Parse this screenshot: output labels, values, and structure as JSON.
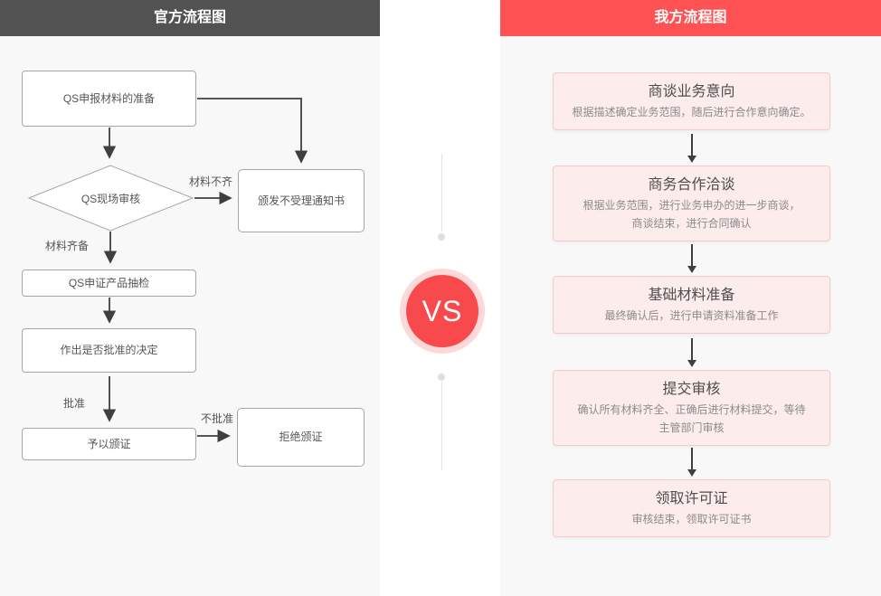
{
  "left_panel": {
    "header": "官方流程图",
    "nodes": {
      "prepare": "QS申报材料的准备",
      "site_review": "QS现场审核",
      "reject_notice": "颁发不受理通知书",
      "sampling": "QS申证产品抽检",
      "decision": "作出是否批准的决定",
      "grant_cert": "予以颁证",
      "refuse_cert": "拒绝颁证"
    },
    "edge_labels": {
      "materials_incomplete": "材料不齐",
      "materials_complete": "材料齐备",
      "approved": "批准",
      "not_approved": "不批准"
    }
  },
  "divider": {
    "vs_label": "VS"
  },
  "right_panel": {
    "header": "我方流程图",
    "steps": [
      {
        "title": "商谈业务意向",
        "desc": "根据描述确定业务范围，随后进行合作意向确定。"
      },
      {
        "title": "商务合作洽谈",
        "desc": "根据业务范围，进行业务申办的进一步商谈，\n商谈结束，进行合同确认"
      },
      {
        "title": "基础材料准备",
        "desc": "最终确认后，进行申请资料准备工作"
      },
      {
        "title": "提交审核",
        "desc": "确认所有材料齐全、正确后进行材料提交，等待\n主管部门审核"
      },
      {
        "title": "领取许可证",
        "desc": "审核结束，领取许可证书"
      }
    ]
  },
  "colors": {
    "left_header_bg": "#525252",
    "right_header_bg": "#ff5254",
    "vs_circle": "#f8494c",
    "vs_ring": "#fcd8d8",
    "step_box_bg": "#fdecec",
    "step_box_border": "#f8c9c9",
    "flow_box_border": "#a6a6a6",
    "arrow_color": "#3f3f3f",
    "panel_bg": "#f8f8f8"
  }
}
